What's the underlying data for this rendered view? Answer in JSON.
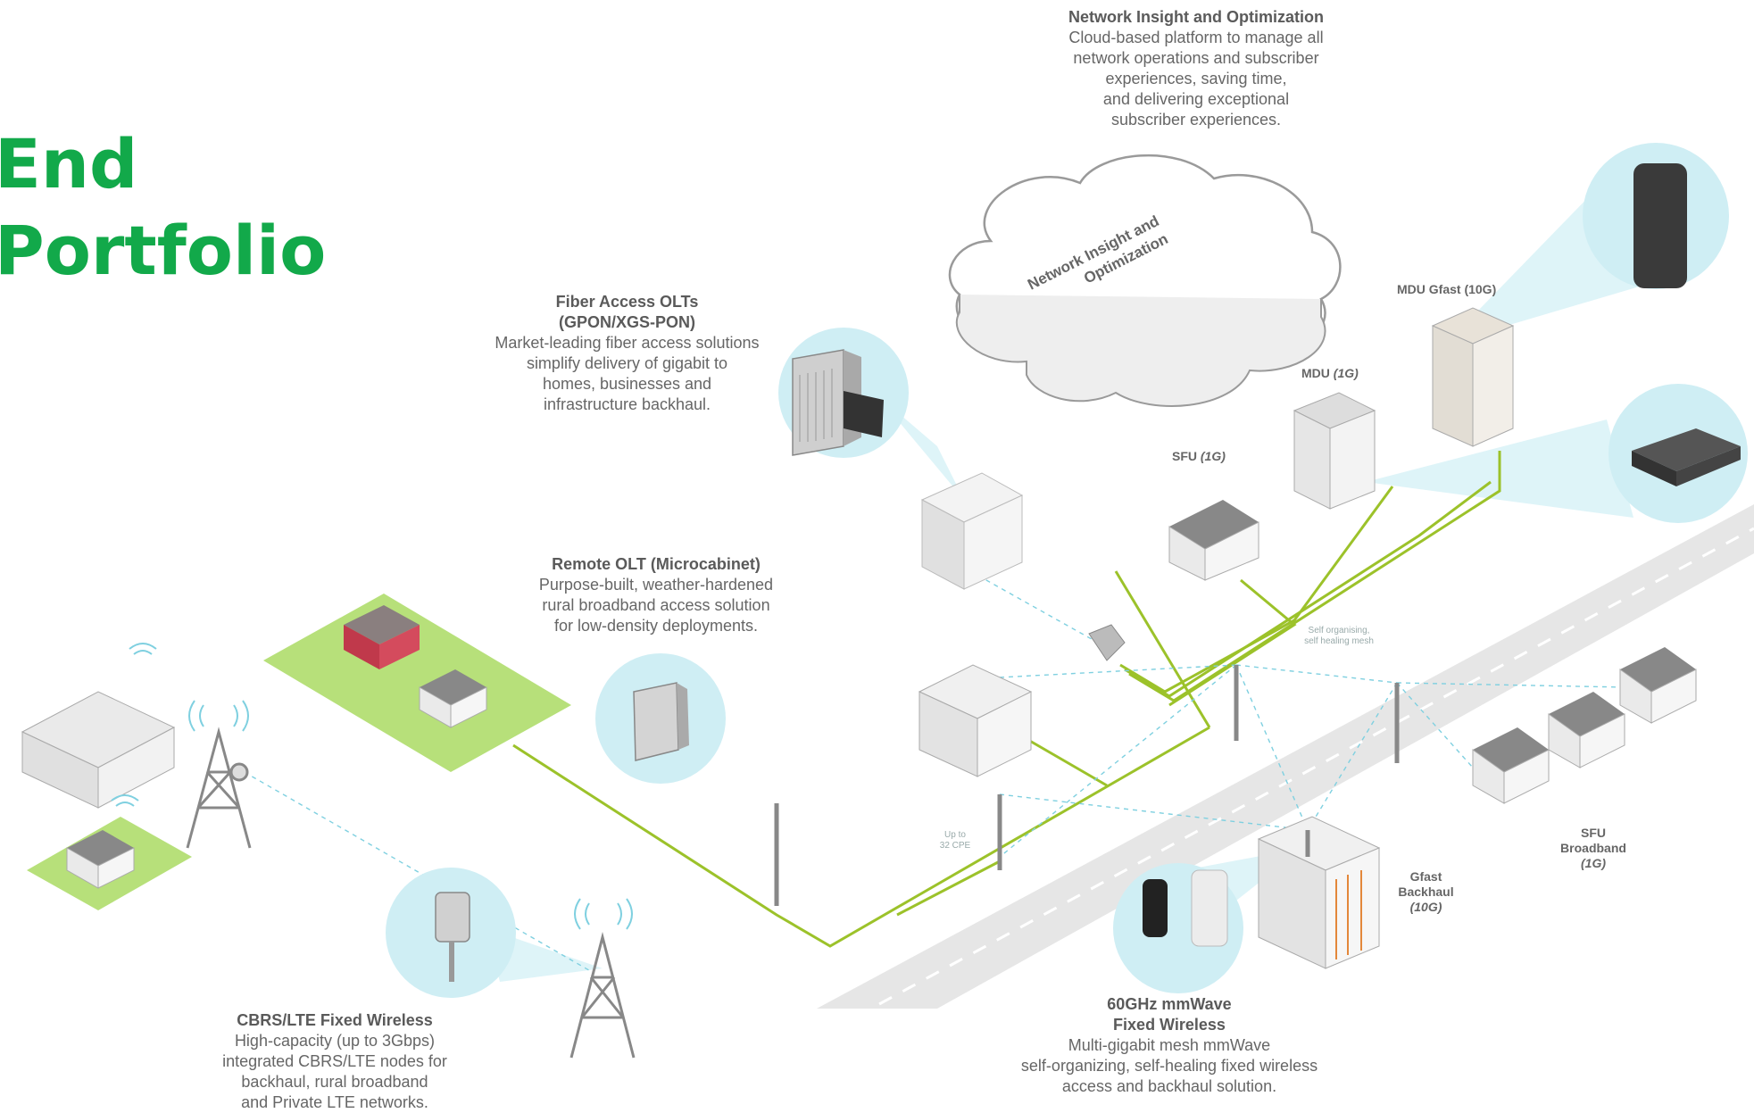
{
  "title": {
    "line1": "End",
    "line2": "Portfolio"
  },
  "colors": {
    "brand_green": "#12a94a",
    "fiber_line": "#9cc22a",
    "circle_bg": "#cfeef4",
    "road": "#e4e4e4",
    "text": "#666666"
  },
  "cloud": {
    "text_line1": "Network Insight and",
    "text_line2": "Optimization"
  },
  "callouts": {
    "network_insight": {
      "heading": "Network Insight and Optimization",
      "lines": [
        "Cloud-based platform to manage all",
        "network operations and subscriber",
        "experiences, saving time,",
        "and delivering exceptional",
        "subscriber experiences."
      ]
    },
    "fiber_olt": {
      "heading1": "Fiber Access OLTs",
      "heading2": "(GPON/XGS-PON)",
      "lines": [
        "Market-leading fiber access solutions",
        "simplify delivery of gigabit to",
        "homes, businesses and",
        "infrastructure backhaul."
      ]
    },
    "remote_olt": {
      "heading": "Remote OLT (Microcabinet)",
      "lines": [
        "Purpose-built, weather-hardened",
        "rural broadband access solution",
        "for low-density deployments."
      ]
    },
    "cbrs": {
      "heading": "CBRS/LTE Fixed Wireless",
      "lines": [
        "High-capacity (up to 3Gbps)",
        "integrated CBRS/LTE nodes for",
        "backhaul, rural broadband",
        "and Private LTE networks."
      ]
    },
    "mmwave": {
      "heading1": "60GHz mmWave",
      "heading2": "Fixed Wireless",
      "lines": [
        "Multi-gigabit mesh mmWave",
        "self-organizing, self-healing fixed wireless",
        "access and backhaul solution."
      ]
    }
  },
  "labels": {
    "mdu_gfast": {
      "text": "MDU Gfast (10G)"
    },
    "mdu": {
      "text": "MDU",
      "note": "(1G)"
    },
    "sfu": {
      "text": "SFU",
      "note": "(1G)"
    },
    "sfu_broadband": {
      "line1": "SFU",
      "line2": "Broadband",
      "line3": "(1G)"
    },
    "gfast_backhaul": {
      "line1": "Gfast",
      "line2": "Backhaul",
      "line3": "(10G)"
    },
    "self_org": {
      "line1": "Self organising,",
      "line2": "self healing mesh"
    },
    "up_to": {
      "line1": "Up to",
      "line2": "32 CPE"
    }
  }
}
